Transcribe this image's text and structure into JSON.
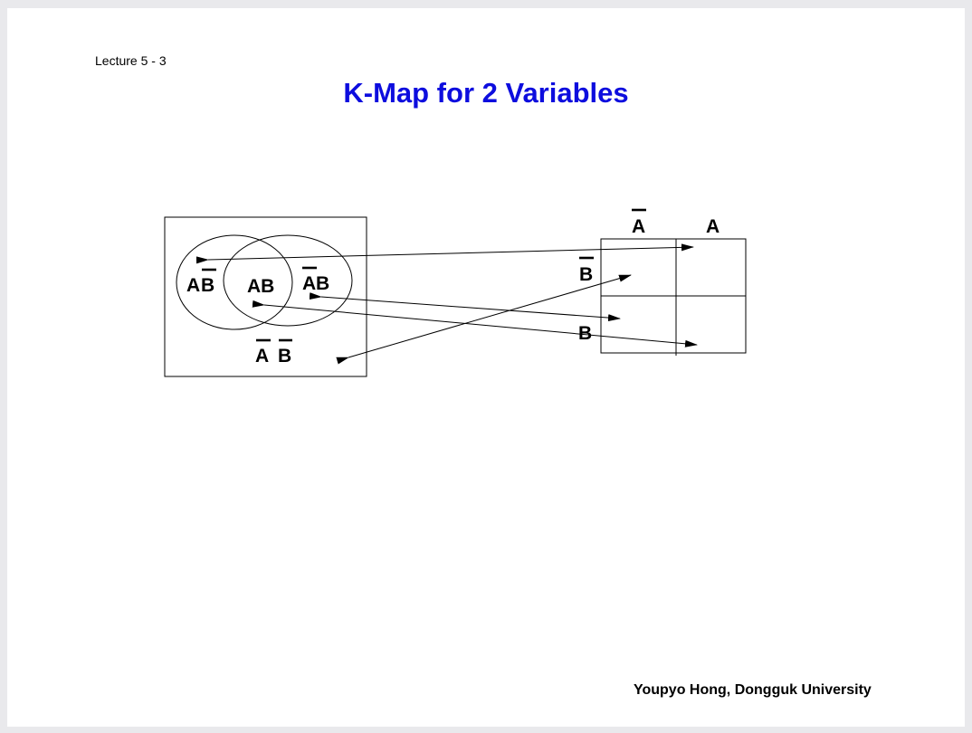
{
  "header": {
    "lecture": "Lecture 5 - 3"
  },
  "title": "K-Map for 2 Variables",
  "venn": {
    "region_a_notb": {
      "first": "A",
      "second": "B"
    },
    "region_ab": "AB",
    "region_nota_b": {
      "first": "A",
      "second": "B"
    },
    "region_outside": {
      "first": "A",
      "second": "B"
    }
  },
  "kmap": {
    "col_not_a": "A",
    "col_a": "A",
    "row_not_b": "B",
    "row_b": "B"
  },
  "footer": "Youpyo Hong, Dongguk University"
}
